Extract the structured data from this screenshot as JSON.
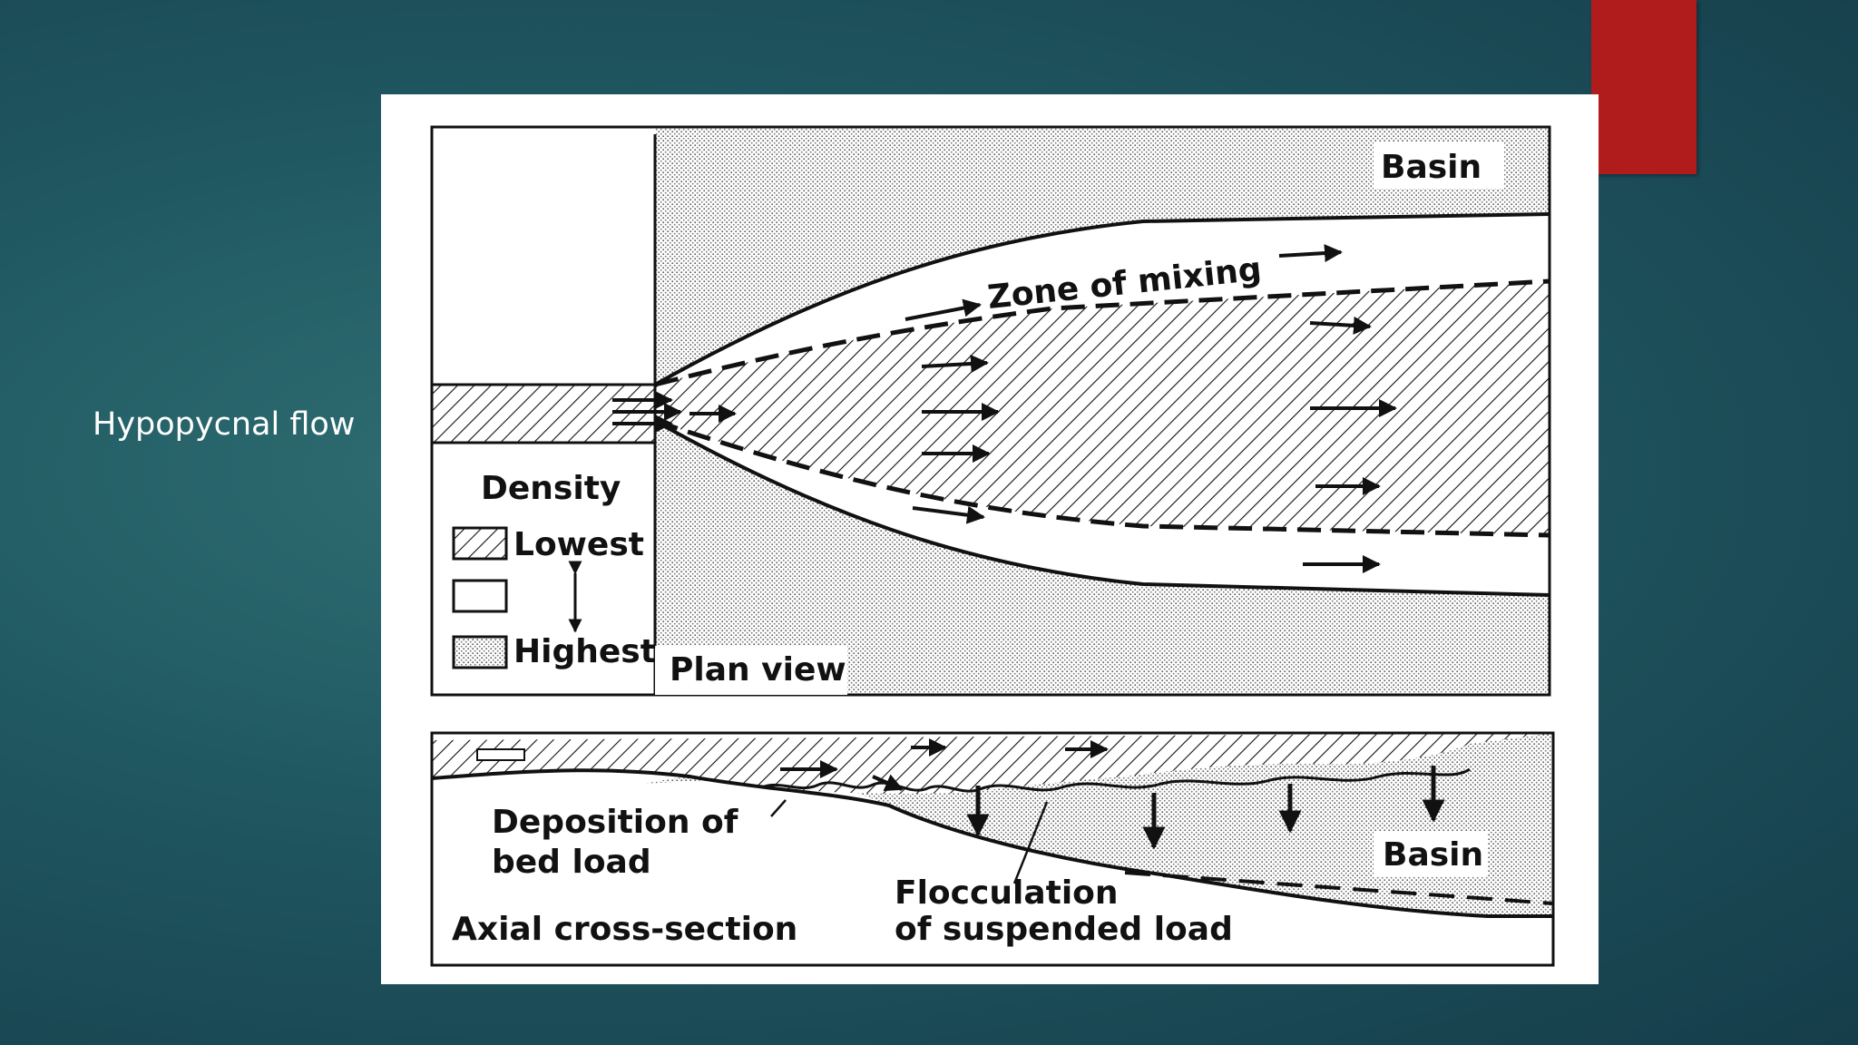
{
  "slide": {
    "title": "Hypopycnal flow",
    "colors": {
      "background": "#1f5660",
      "accent": "#b01b1b",
      "figure": "#ffffff"
    }
  },
  "figure": {
    "plan_view": {
      "label_basin": "Basin",
      "label_zone": "Zone of mixing",
      "label_view": "Plan view",
      "legend": {
        "title": "Density",
        "lowest": "Lowest",
        "highest": "Highest"
      }
    },
    "cross_section": {
      "label_deposition_1": "Deposition of",
      "label_deposition_2": "bed load",
      "label_view": "Axial cross-section",
      "label_flocculation_1": "Flocculation",
      "label_flocculation_2": "of suspended load",
      "label_basin": "Basin"
    }
  }
}
